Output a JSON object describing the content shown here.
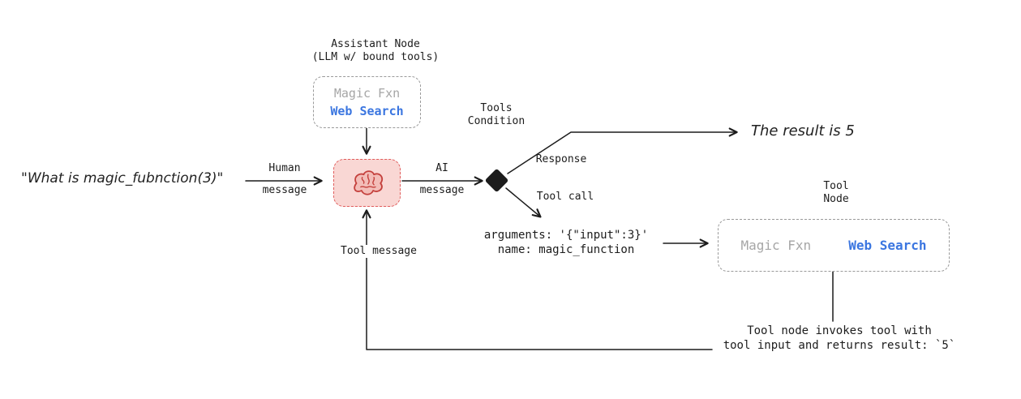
{
  "colors": {
    "ink": "#1c1c1c",
    "blue": "#3b76e0",
    "gray": "#a6a6a6",
    "box-border": "#9a9a9a",
    "node-fill": "#f9d7d4",
    "node-border": "#e05c5c",
    "brain-stroke": "#c4403c",
    "brain-fill": "#f3bdb8"
  },
  "question": "\"What is magic_fubnction(3)\"",
  "assistant_node": {
    "title": "Assistant Node\n(LLM w/ bound tools)",
    "tool_magic": "Magic Fxn",
    "tool_web": "Web Search"
  },
  "edges": {
    "human_line1": "Human",
    "human_line2": "message",
    "ai_line1": "AI",
    "ai_line2": "message",
    "tools_condition": "Tools\nCondition",
    "response": "Response",
    "tool_call": "Tool call",
    "tool_message": "Tool message"
  },
  "result_text": "The result is 5",
  "tool_call_args": "arguments: '{\"input\":3}'\nname: magic_function",
  "tool_node": {
    "title": "Tool\nNode",
    "tool_magic": "Magic Fxn",
    "tool_web": "Web Search"
  },
  "invoke_note": "Tool node invokes tool with\ntool input and returns result: `5`"
}
